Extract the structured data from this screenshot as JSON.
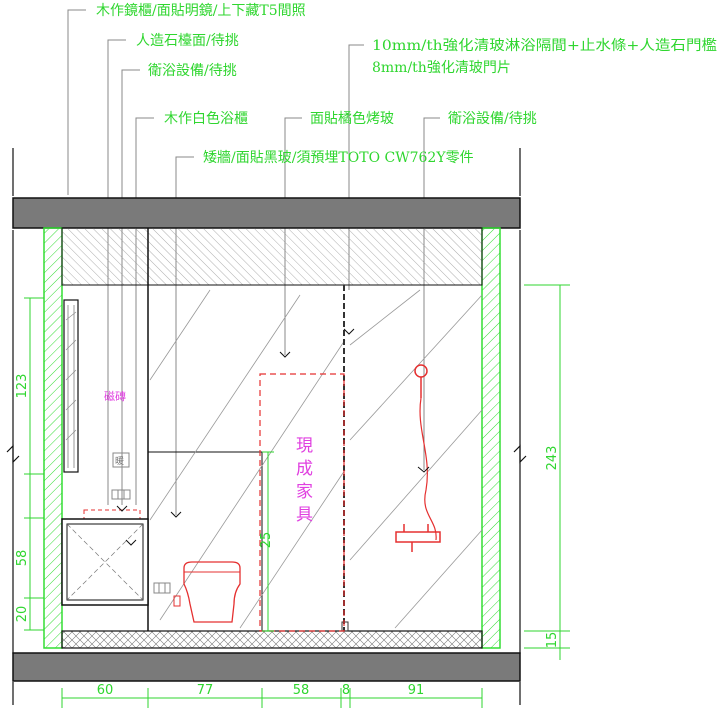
{
  "annotations": [
    {
      "id": "mirror_cabinet",
      "text": "木作鏡櫃/面貼明鏡/上下藏T5間照"
    },
    {
      "id": "stone_counter",
      "text": "人造石檯面/待挑"
    },
    {
      "id": "sanitary_left",
      "text": "衛浴設備/待挑"
    },
    {
      "id": "vanity",
      "text": "木作白色浴櫃"
    },
    {
      "id": "low_wall",
      "text": "矮牆/面貼黑玻/須預埋TOTO CW762Y零件"
    },
    {
      "id": "orange_glass",
      "text": "面貼橘色烤玻"
    },
    {
      "id": "partition_1",
      "text": "10mm/th強化清玻淋浴隔間+止水條+人造石門檻"
    },
    {
      "id": "partition_2",
      "text": "8mm/th強化清玻門片"
    },
    {
      "id": "sanitary_right",
      "text": "衛浴設備/待挑"
    }
  ],
  "labels": {
    "tile": "磁磚",
    "furniture_line1": "現",
    "furniture_line2": "成",
    "furniture_line3": "家",
    "furniture_line4": "具",
    "outlet": "暖"
  },
  "dimensions": {
    "left_upper": "123",
    "left_mid": "58",
    "left_low": "20",
    "right_total": "243",
    "right_base": "15",
    "low_wall_height": "25",
    "bottom_1": "60",
    "bottom_2": "77",
    "bottom_3": "58",
    "bottom_4": "8",
    "bottom_5": "91"
  },
  "colors": {
    "annotation": "#2fd62f",
    "dimension": "#2fd62f",
    "wall_hatch": "#33dd33",
    "fixture": "#e53030",
    "label": "#e040e0",
    "slab": "#7a7a7a"
  }
}
